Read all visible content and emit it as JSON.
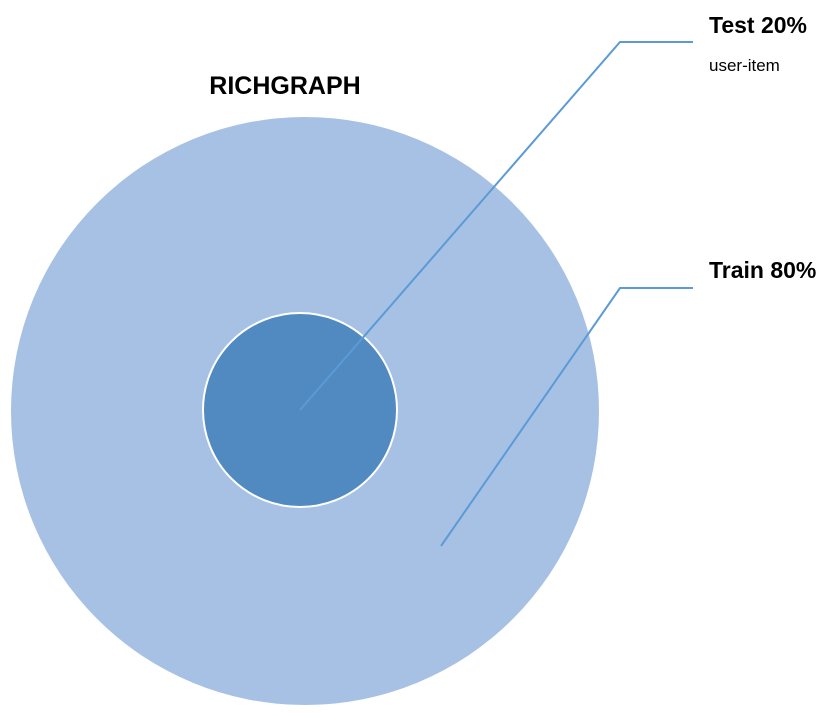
{
  "title": "RICHGRAPH",
  "regions": {
    "test": {
      "label": "Test 20%",
      "sublabel": "user-item"
    },
    "train": {
      "label": "Train 80%"
    }
  },
  "colors": {
    "outer_fill": "#a6c1e4",
    "inner_fill": "#508ac0",
    "inner_stroke": "#ffffff",
    "leader_line": "#5b9bd5",
    "text": "#000000"
  }
}
